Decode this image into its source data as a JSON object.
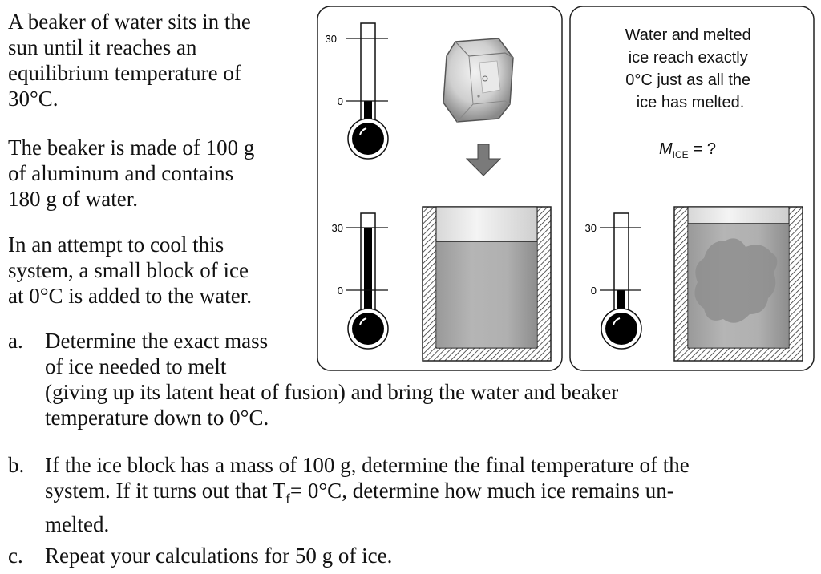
{
  "intro": {
    "p1": [
      "A beaker of water sits in the",
      "sun until it reaches an",
      "equilibrium temperature of",
      "30°C."
    ],
    "p2": [
      "The beaker is made of 100 g",
      "of aluminum and contains",
      "180 g of water."
    ],
    "p3": [
      "In an attempt to cool this",
      "system, a small block of ice",
      "at 0°C is added to the water."
    ]
  },
  "questions": {
    "a": {
      "letter": "a.",
      "lines": [
        "Determine the exact mass",
        "of ice needed to melt",
        "(giving up its latent heat of fusion) and bring the water and beaker",
        "temperature down to 0°C."
      ]
    },
    "b": {
      "letter": "b.",
      "lines": [
        "If the ice block has a mass of 100 g, determine the final temperature of the",
        "system. If it turns out that T",
        "= 0°C, determine how much ice remains un-",
        "melted."
      ],
      "subscript": "f"
    },
    "c": {
      "letter": "c.",
      "lines": [
        "Repeat your calculations for 50 g of ice."
      ]
    }
  },
  "figure": {
    "thermo_tick_high": "30",
    "thermo_tick_low": "0",
    "right_caption": [
      "Water and melted",
      "ice reach exactly",
      "0°C just as all the",
      "ice has melted."
    ],
    "mass_symbol": "M",
    "mass_subscript": "ICE",
    "mass_unknown": "= ?"
  },
  "colors": {
    "text": "#111111",
    "water_gray": "#a6a6a6",
    "ice_cloud": "#8c8c8c",
    "arrow": "#7a7a7a"
  }
}
